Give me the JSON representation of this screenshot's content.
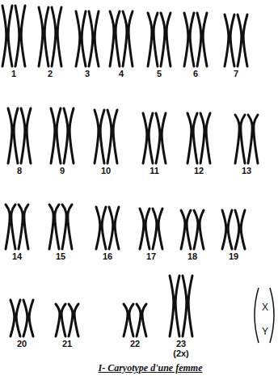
{
  "diagram": {
    "caption": "I- Caryotype d'une femme",
    "labels": [
      "1",
      "2",
      "3",
      "4",
      "5",
      "6",
      "7",
      "8",
      "9",
      "10",
      "11",
      "12",
      "13",
      "14",
      "15",
      "16",
      "17",
      "18",
      "19",
      "20",
      "21",
      "22",
      "23",
      "(2x)",
      "X",
      "Y"
    ]
  }
}
